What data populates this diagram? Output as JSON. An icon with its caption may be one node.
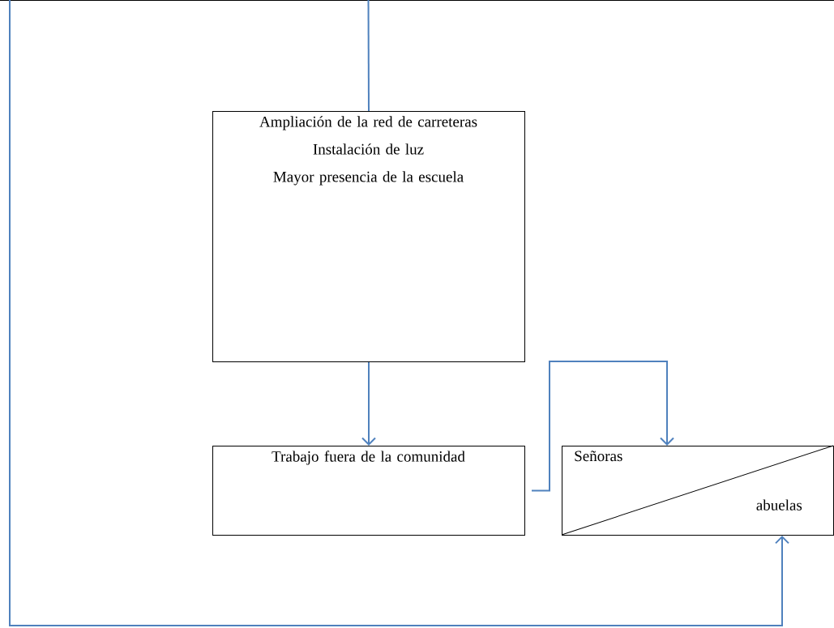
{
  "diagram": {
    "nodes": [
      {
        "text": [
          "Ampliación de la red de carreteras",
          "Instalación de luz",
          "Mayor presencia de la escuela"
        ]
      },
      {
        "text": [
          "Trabajo fuera de la comunidad"
        ]
      },
      {
        "text": [
          "Señoras",
          "abuelas"
        ]
      }
    ],
    "edges": [
      {
        "from": null,
        "to": 0,
        "arrow": "none"
      },
      {
        "from": 0,
        "to": 1,
        "arrow": "to"
      },
      {
        "from": 1,
        "to": 2,
        "arrow": "to"
      },
      {
        "from": null,
        "to": 2,
        "arrow": "to"
      }
    ]
  }
}
